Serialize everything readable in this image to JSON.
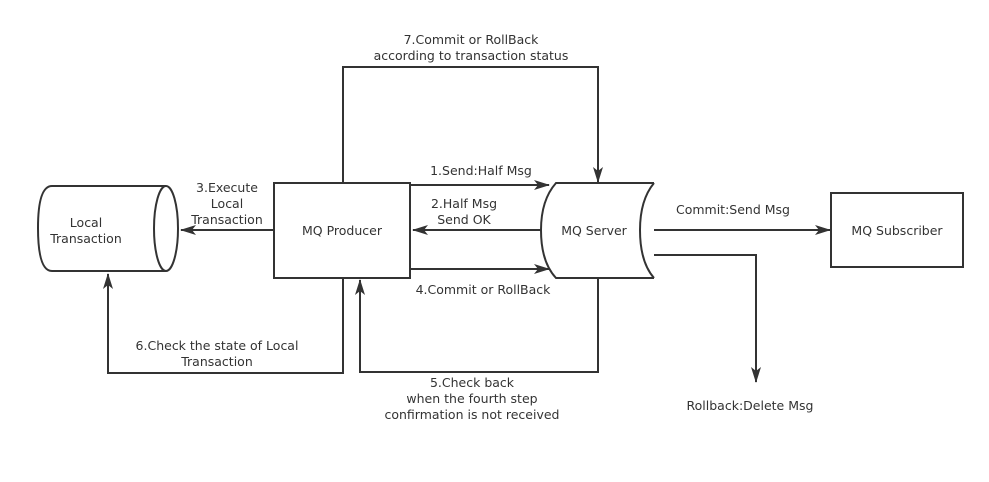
{
  "nodes": {
    "local_transaction": [
      "Local",
      "Transaction"
    ],
    "producer": "MQ Producer",
    "server": "MQ Server",
    "subscriber": "MQ Subscriber"
  },
  "edges": {
    "step1": "1.Send:Half Msg",
    "step2": [
      "2.Half Msg",
      "Send OK"
    ],
    "step3": [
      "3.Execute",
      "Local",
      "Transaction"
    ],
    "step4": "4.Commit or RollBack",
    "step5": [
      "5.Check back",
      "when the fourth step",
      "confirmation is not received"
    ],
    "step6": [
      "6.Check the state of Local",
      "Transaction"
    ],
    "step7": [
      "7.Commit or RollBack",
      "according to transaction status"
    ],
    "commit": "Commit:Send Msg",
    "rollback": "Rollback:Delete Msg"
  },
  "colors": {
    "stroke": "#333333",
    "background": "#ffffff"
  }
}
